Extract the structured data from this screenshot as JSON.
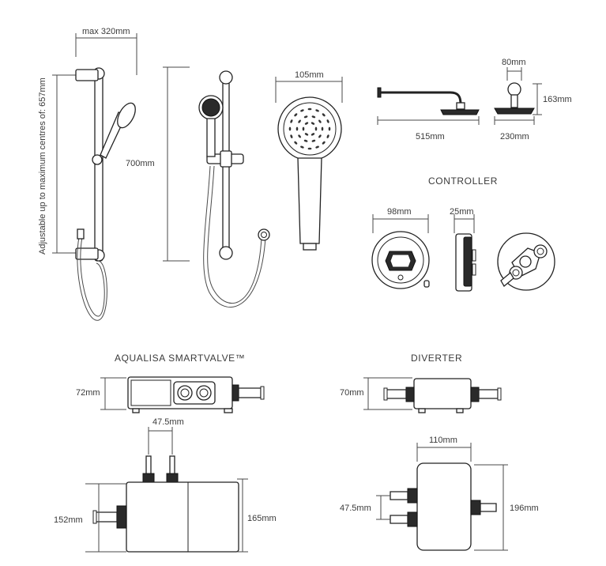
{
  "section_titles": {
    "controller": "CONTROLLER",
    "smartvalve": "AQUALISA SMARTVALVE™",
    "diverter": "DIVERTER"
  },
  "dimensions": {
    "rail_width": "max 320mm",
    "rail_centres": "Adjustable up to maximum centres of: 657mm",
    "kit_height": "700mm",
    "handset_width": "105mm",
    "arm_collar": "80mm",
    "head_drop": "163mm",
    "arm_length": "515mm",
    "head_width": "230mm",
    "controller_width": "98mm",
    "controller_depth": "25mm",
    "valve_depth": "72mm",
    "valve_inlet_centres": "47.5mm",
    "valve_body_height": "152mm",
    "valve_total_height": "165mm",
    "diverter_depth": "70mm",
    "diverter_width": "110mm",
    "diverter_outlet_centres": "47.5mm",
    "diverter_height": "196mm"
  }
}
